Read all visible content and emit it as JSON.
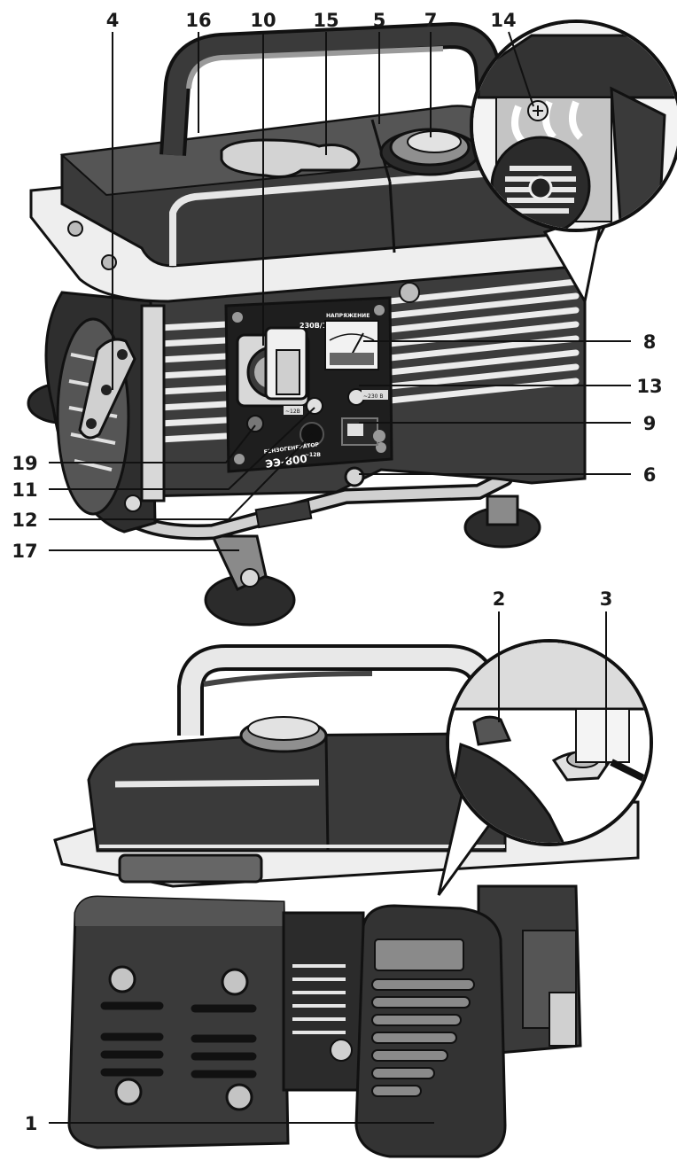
{
  "callouts": {
    "c1": "1",
    "c2": "2",
    "c3": "3",
    "c4": "4",
    "c5": "5",
    "c6": "6",
    "c7": "7",
    "c8": "8",
    "c9": "9",
    "c10": "10",
    "c11": "11",
    "c12": "12",
    "c13": "13",
    "c14": "14",
    "c15": "15",
    "c16": "16",
    "c17": "17",
    "c19": "19"
  },
  "panel": {
    "socket_rating": "230В/16А",
    "meter_title": "НАПРЯЖЕНИЕ",
    "dc_left": "~12В",
    "dc_right": "~230 В",
    "dc_bottom": "~12В",
    "model_text": "ЭЭ-800",
    "maker_text": "БЕНЗОГЕНЕРАТОР"
  },
  "colors": {
    "body_dark": "#3a3a3a",
    "body_mid": "#6b6b6b",
    "body_light": "#b9b9b9",
    "outline": "#111111",
    "highlight": "#e6e6e6"
  }
}
